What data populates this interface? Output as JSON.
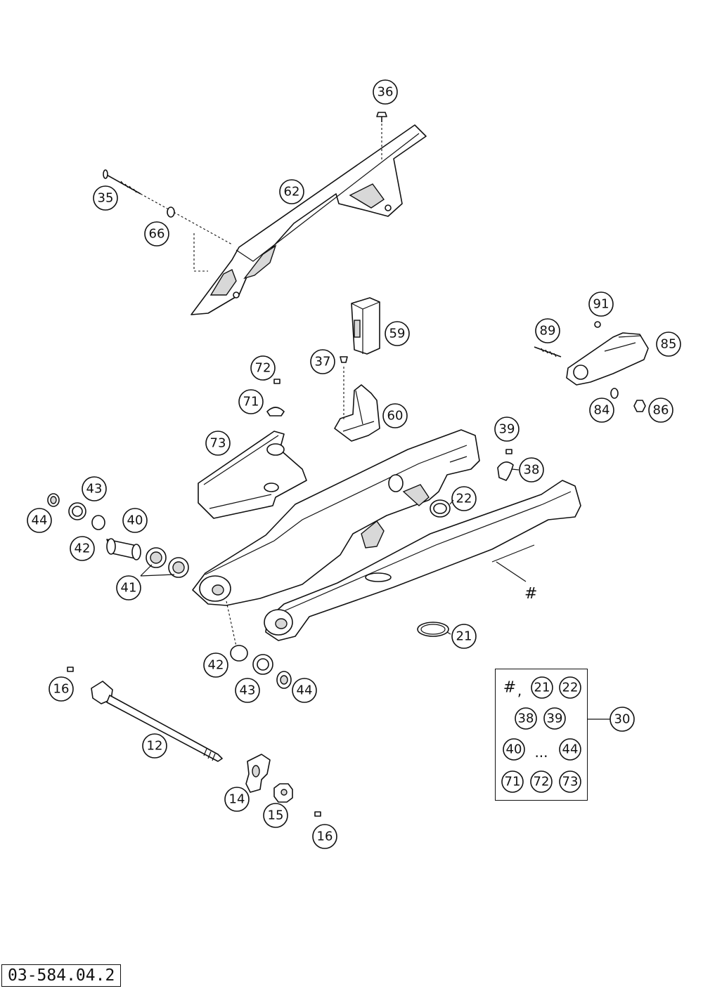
{
  "drawing_code": "03-584.04.2",
  "symbols": {
    "hash": "#",
    "comma": ",",
    "ellipsis": "..."
  },
  "callouts": {
    "c36": "36",
    "c35": "35",
    "c62": "62",
    "c66": "66",
    "c59": "59",
    "c37": "37",
    "c60": "60",
    "c72": "72",
    "c71": "71",
    "c73": "73",
    "c91": "91",
    "c89": "89",
    "c85": "85",
    "c84": "84",
    "c86": "86",
    "c39": "39",
    "c38": "38",
    "c22": "22",
    "c43a": "43",
    "c44a": "44",
    "c40": "40",
    "c42a": "42",
    "c41": "41",
    "c21": "21",
    "c42b": "42",
    "c43b": "43",
    "c44b": "44",
    "c16a": "16",
    "c12": "12",
    "c14": "14",
    "c15": "15",
    "c16b": "16",
    "c30": "30"
  },
  "kit_contents": {
    "k21": "21",
    "k22": "22",
    "k38": "38",
    "k39": "39",
    "k40": "40",
    "k44": "44",
    "k71": "71",
    "k72": "72",
    "k73": "73"
  }
}
